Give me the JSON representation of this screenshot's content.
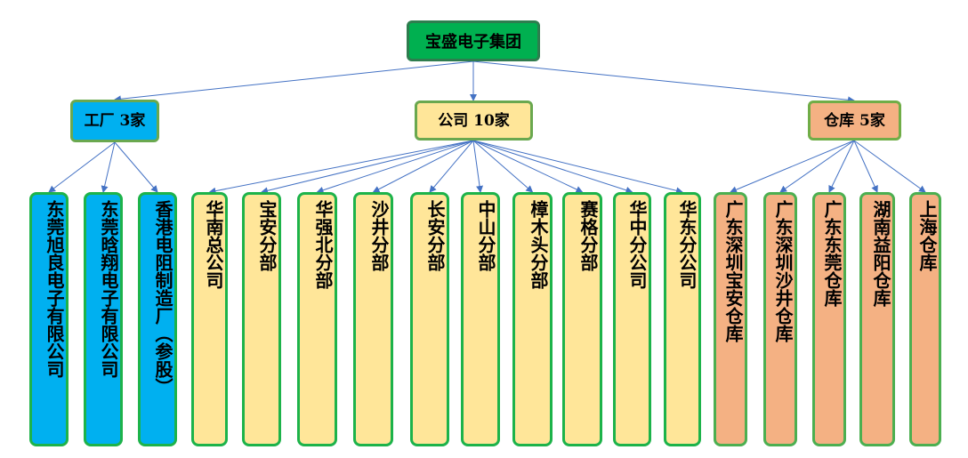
{
  "root": {
    "label": "宝盛电子集团"
  },
  "groups": [
    {
      "key": "factory",
      "label": "工厂 3家",
      "leaves": [
        "东莞旭良电子有限公司",
        "东莞晗翔电子有限公司",
        "香港电阻制造厂（参股）"
      ]
    },
    {
      "key": "company",
      "label": "公司 10家",
      "leaves": [
        "华南总公司",
        "宝安分部",
        "华强北分部",
        "沙井分部",
        "长安分部",
        "中山分部",
        "樟木头分部",
        "赛格分部",
        "华中分公司",
        "华东分公司"
      ]
    },
    {
      "key": "warehouse",
      "label": "仓库 5家",
      "leaves": [
        "广东深圳宝安仓库",
        "广东深圳沙井仓库",
        "广东东莞仓库",
        "湖南益阳仓库",
        "上海仓库"
      ]
    }
  ],
  "colors": {
    "root": "#00b050",
    "factory": "#00b0f0",
    "company": "#ffe699",
    "warehouse": "#f4b183",
    "edge": "#4472c4"
  }
}
